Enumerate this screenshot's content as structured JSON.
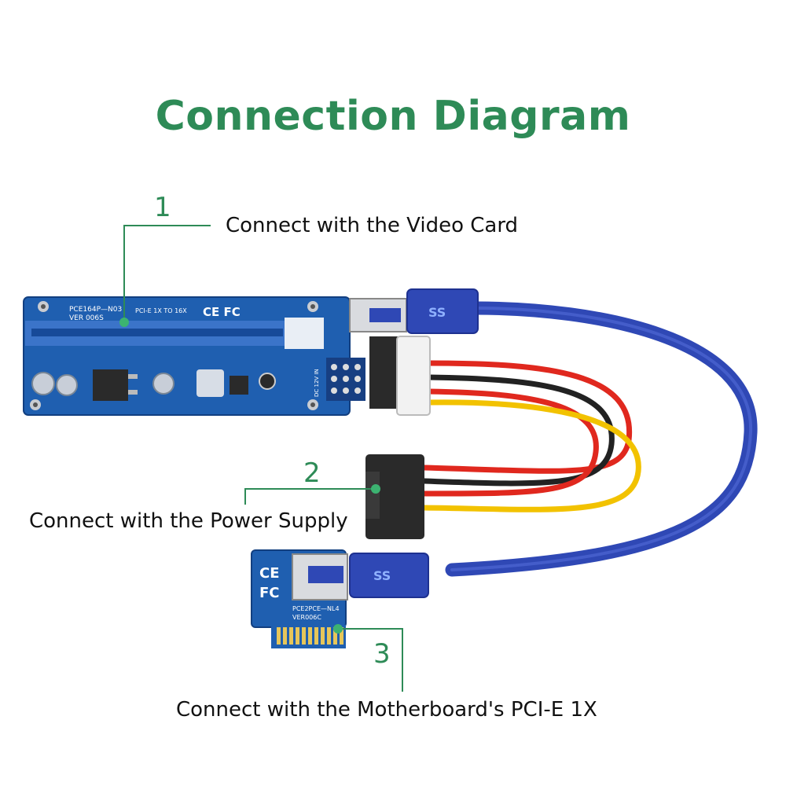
{
  "title": "Connection Diagram",
  "callouts": [
    {
      "number": "1",
      "text": "Connect with the Video Card"
    },
    {
      "number": "2",
      "text": "Connect with the Power Supply"
    },
    {
      "number": "3",
      "text": "Connect with the Motherboard's PCI-E 1X"
    }
  ],
  "riser_board": {
    "model": "PCE164P—N03",
    "version": "VER 006S",
    "spec": "PCI-E 1X TO 16X",
    "marks": "CE FC",
    "voltage": "DC 12V IN"
  },
  "adapter_board": {
    "model": "PCE2PCE—NL4",
    "version": "VER006C",
    "marks_ce": "CE",
    "marks_fc": "FC"
  },
  "usb_logo": "SS",
  "colors": {
    "accent": "#2e8b57",
    "pcb": "#1f5fb0",
    "cable": "#2f48b5",
    "wire_red": "#e0281e",
    "wire_yellow": "#f2c200",
    "wire_black": "#222222"
  }
}
